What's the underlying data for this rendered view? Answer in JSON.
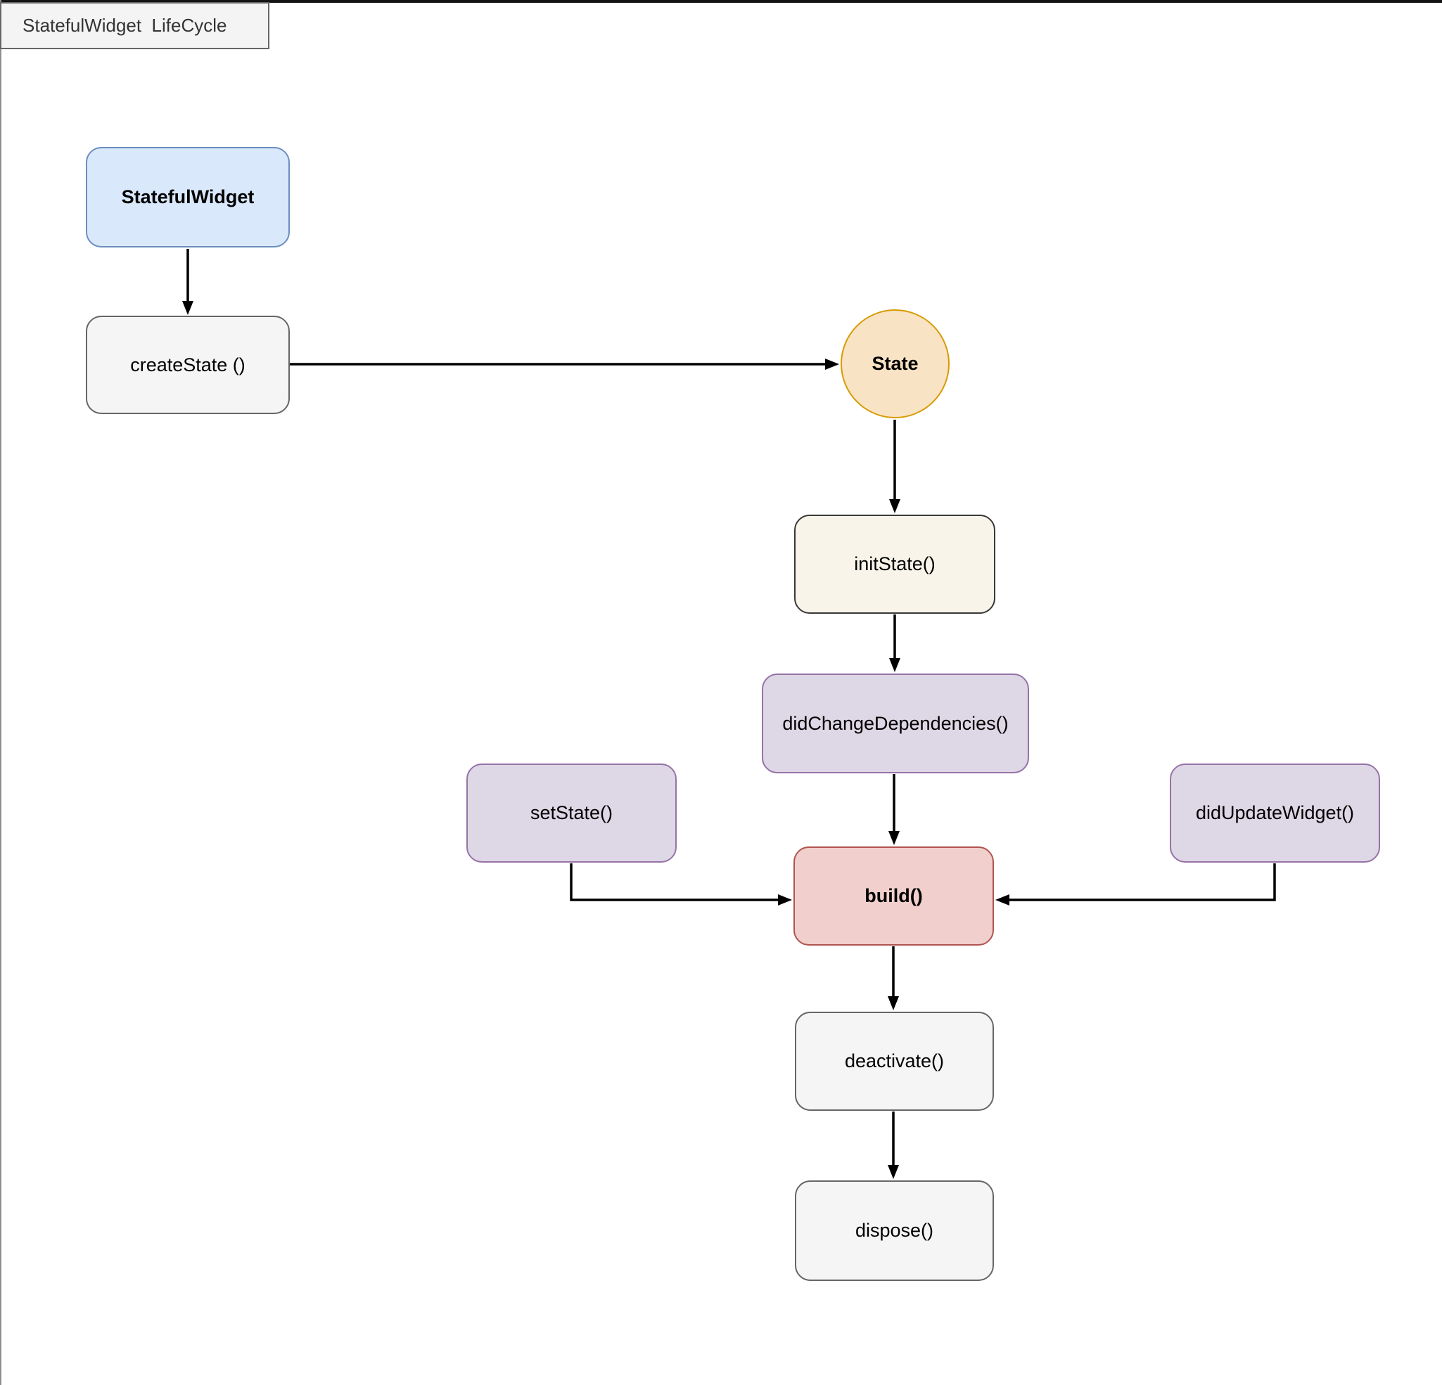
{
  "title_tab": {
    "label": "StatefulWidget  LifeCycle"
  },
  "palette": {
    "widget_fill": "#dae8fc",
    "widget_border": "#6c8ebf",
    "method_fill": "#f5f5f5",
    "method_border": "#666666",
    "state_fill": "#f9e3c5",
    "state_border": "#d79b00",
    "init_fill": "#f9f4ea",
    "init_border": "#383838",
    "dependency_fill": "#ded7e5",
    "dependency_border": "#9673a6",
    "build_fill": "#f0cfcc",
    "build_border": "#b05450",
    "edge_color": "#000000",
    "background": "#ffffff"
  },
  "diagram": {
    "nodes": {
      "statefulwidget": {
        "label": "StatefulWidget",
        "shape": "rounded-rect",
        "emphasis": "bold"
      },
      "createstate": {
        "label": "createState ()",
        "shape": "rounded-rect",
        "emphasis": "normal"
      },
      "state": {
        "label": "State",
        "shape": "circle",
        "emphasis": "bold"
      },
      "initstate": {
        "label": "initState()",
        "shape": "rounded-rect",
        "emphasis": "normal"
      },
      "didchangedependencies": {
        "label": "didChangeDependencies()",
        "shape": "rounded-rect",
        "emphasis": "normal"
      },
      "setstate": {
        "label": "setState()",
        "shape": "rounded-rect",
        "emphasis": "normal"
      },
      "didupdatewidget": {
        "label": "didUpdateWidget()",
        "shape": "rounded-rect",
        "emphasis": "normal"
      },
      "build": {
        "label": "build()",
        "shape": "rounded-rect",
        "emphasis": "bold"
      },
      "deactivate": {
        "label": "deactivate()",
        "shape": "rounded-rect",
        "emphasis": "normal"
      },
      "dispose": {
        "label": "dispose()",
        "shape": "rounded-rect",
        "emphasis": "normal"
      }
    },
    "edges": [
      {
        "from": "StatefulWidget",
        "to": "createState ()"
      },
      {
        "from": "createState ()",
        "to": "State"
      },
      {
        "from": "State",
        "to": "initState()"
      },
      {
        "from": "initState()",
        "to": "didChangeDependencies()"
      },
      {
        "from": "didChangeDependencies()",
        "to": "build()"
      },
      {
        "from": "setState()",
        "to": "build()"
      },
      {
        "from": "didUpdateWidget()",
        "to": "build()"
      },
      {
        "from": "build()",
        "to": "deactivate()"
      },
      {
        "from": "deactivate()",
        "to": "dispose()"
      }
    ]
  }
}
